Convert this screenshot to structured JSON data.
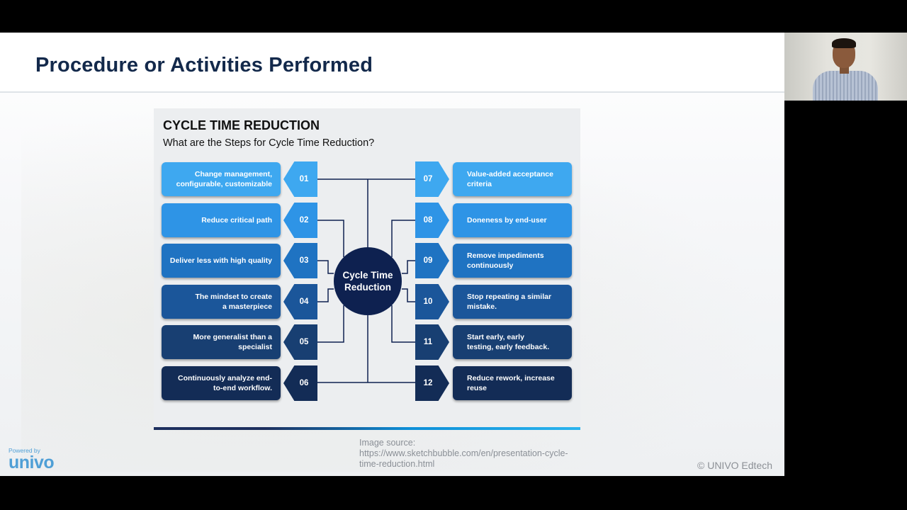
{
  "slide": {
    "title": "Procedure or Activities Performed",
    "image_source": {
      "label": "Image source:",
      "line1": "https://www.sketchbubble.com/en/presentation-cycle-",
      "line2": "time-reduction.html"
    },
    "copyright": "© UNIVO Edtech"
  },
  "branding": {
    "powered_by": "Powered by",
    "logo": "univo"
  },
  "diagram": {
    "title": "CYCLE TIME REDUCTION",
    "subtitle": "What are the Steps for Cycle Time Reduction?",
    "center_line1": "Cycle Time",
    "center_line2": "Reduction",
    "steps_left": [
      {
        "num": "01",
        "line1": "Change management,",
        "line2": "configurable, customizable",
        "color": "#3ea8f0"
      },
      {
        "num": "02",
        "line1": "Reduce critical path",
        "line2": "",
        "color": "#2e94e6"
      },
      {
        "num": "03",
        "line1": "Deliver less with high quality",
        "line2": "",
        "color": "#1f73c2"
      },
      {
        "num": "04",
        "line1": "The mindset to create",
        "line2": "a masterpiece",
        "color": "#1b569a"
      },
      {
        "num": "05",
        "line1": "More generalist than a",
        "line2": "specialist",
        "color": "#183f72"
      },
      {
        "num": "06",
        "line1": "Continuously analyze end-",
        "line2": "to-end workflow.",
        "color": "#132c56"
      }
    ],
    "steps_right": [
      {
        "num": "07",
        "line1": "Value-added acceptance",
        "line2": "criteria",
        "color": "#3ea8f0"
      },
      {
        "num": "08",
        "line1": "Doneness by end-user",
        "line2": "",
        "color": "#2e94e6"
      },
      {
        "num": "09",
        "line1": "Remove impediments",
        "line2": "continuously",
        "color": "#1f73c2"
      },
      {
        "num": "10",
        "line1": "Stop repeating a similar",
        "line2": "mistake.",
        "color": "#1b569a"
      },
      {
        "num": "11",
        "line1": "Start early, early",
        "line2": "testing, early feedback.",
        "color": "#183f72"
      },
      {
        "num": "12",
        "line1": "Reduce rework, increase",
        "line2": "reuse",
        "color": "#132c56"
      }
    ]
  }
}
